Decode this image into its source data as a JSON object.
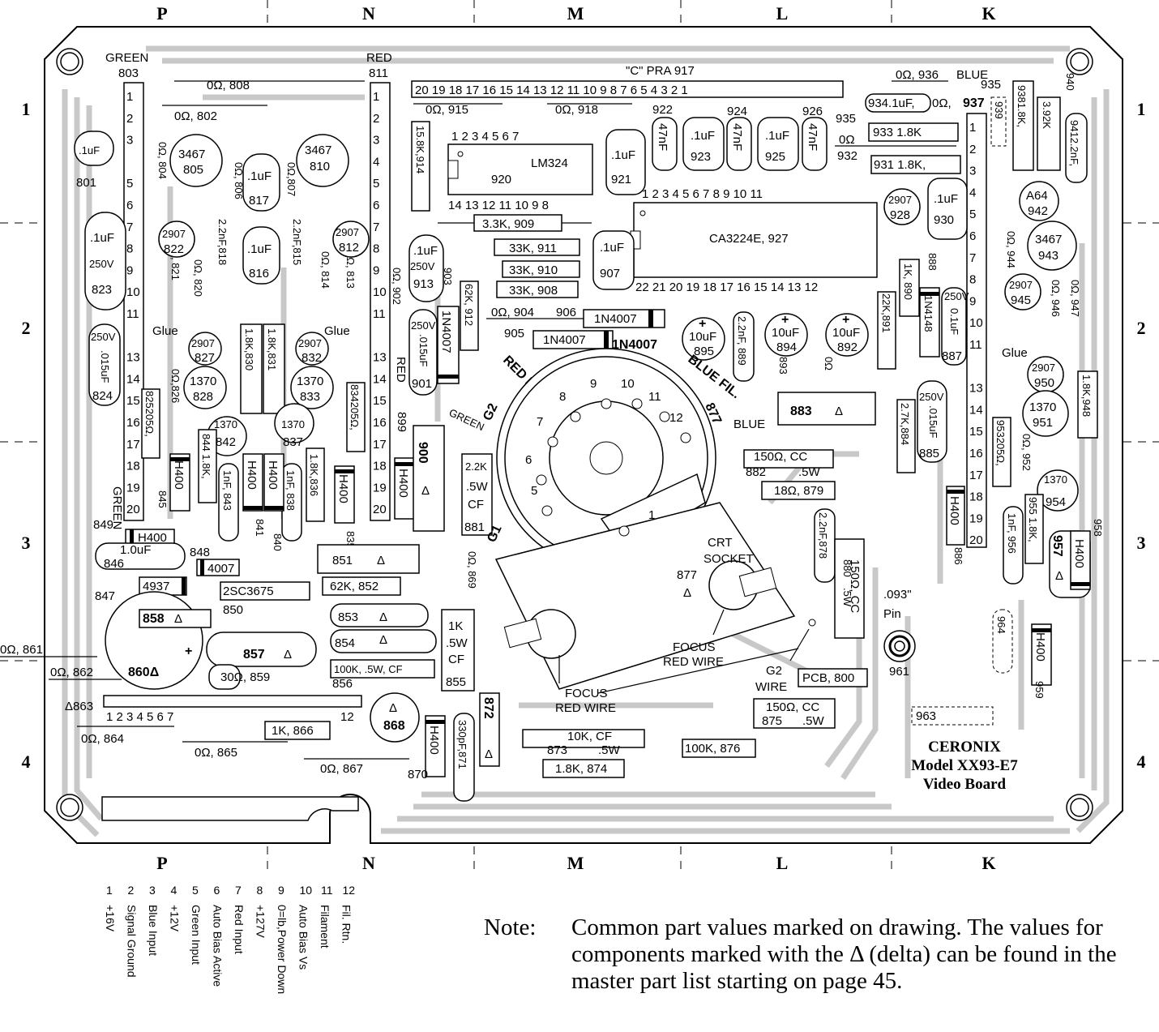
{
  "columns": [
    "P",
    "N",
    "M",
    "L",
    "K"
  ],
  "rows": [
    "1",
    "2",
    "3",
    "4"
  ],
  "connector_labels": {
    "green_top": "GREEN",
    "green_num": "803",
    "red_top": "RED",
    "red_num": "811",
    "blue_top": "BLUE",
    "c_pra": "\"C\" PRA 917",
    "c_pra_pins": "20 19 18 17 16 15 14 13 12 11 10 9 8 7 6 5 4 3 2 1",
    "green_side": "GREEN",
    "red_side": "RED",
    "blue_side": "BLUE"
  },
  "ics": {
    "lm324": "LM324",
    "lm324_ref": "920",
    "lm324_top_pins": "1  2  3  4  5  6  7",
    "lm324_bot_pins": "14 13 12 11 10  9  8",
    "ca3224": "CA3224E, 927",
    "ca3224_top_pins": "1  2  3  4  5  6  7  8  9 10 11",
    "ca3224_bot_pins": "22 21 20 19 18 17 16 15 14 13 12"
  },
  "components": {
    "r808": "0Ω, 808",
    "r802": "0Ω, 802",
    "r915": "0Ω, 915",
    "r918": "0Ω, 918",
    "r936": "0Ω, 936",
    "c934": "934.1uF,",
    "r934b": "0Ω,",
    "r937": "937",
    "r935": "935",
    "r933": "933  1.8K",
    "r932": "0Ω",
    "r932b": "932",
    "r931": "931 1.8K,",
    "c922": "47nF",
    "c922n": "922",
    "c923": ".1uF",
    "c923n": "923",
    "c924": "47nF",
    "c924n": "924",
    "c925": ".1uF",
    "c925n": "925",
    "c926": "47nF",
    "c926n": "926",
    "c921": ".1uF",
    "c921n": "921",
    "c801": ".1uF",
    "c801n": "801",
    "q805": "3467",
    "q805n": "805",
    "q810": "3467",
    "q810n": "810",
    "c817": ".1uF",
    "c817n": "817",
    "c816": ".1uF",
    "c816n": "816",
    "r804": "0Ω, 804",
    "r806": "0Ω, 806",
    "r807": "0Ω,807",
    "c818": "2.2nF,818",
    "c815": "2.2nF,815",
    "r814": "0Ω, 814",
    "r813": "0Ω, 813",
    "r821": "0Ω, 821",
    "r820": "0Ω, 820",
    "q822": "2907",
    "q822n": "822",
    "q812": "2907",
    "q812n": "812",
    "c823a": ".1uF",
    "c823b": "250V",
    "c823n": "823",
    "r914": "15.8K,914",
    "r909": "3.3K, 909",
    "r911": "33K, 911",
    "r910": "33K, 910",
    "r908": "33K, 908",
    "c907": ".1uF",
    "c907n": "907",
    "c913a": ".1uF",
    "c913b": "250V",
    "c913n": "913",
    "r903": "903",
    "r912": "62K, 912",
    "r904": "0Ω, 904",
    "d906": "1N4007",
    "d906n": "906",
    "d905": "1N4007",
    "d905n": "905",
    "r902": "0Ω, 902",
    "c901a": "250V",
    "c901b": ".015uF",
    "c901n": "901",
    "d_1n4007v": "1N4007",
    "c824a": "250V",
    "c824b": ".015uF",
    "c824n": "824",
    "glue1": "Glue",
    "glue2": "Glue",
    "glue3": "Glue",
    "q827": "2907",
    "q827n": "827",
    "q828": "1370",
    "q828n": "828",
    "q832": "2907",
    "q832n": "832",
    "q833": "1370",
    "q833n": "833",
    "r830": "1.8K,830",
    "r831": "1.8K,831",
    "r826": "0Ω,826",
    "r825": "825205Ω,",
    "r834": "834205Ω,",
    "q842": "1370",
    "q842n": "842",
    "q837": "1370",
    "q837n": "837",
    "r844": "844 1.8K,",
    "c843": "1nF, 843",
    "r836": "1.8K,836",
    "c838": "1nF, 838",
    "d845": "H400",
    "d845n": "845",
    "d841a": "H400",
    "d841n": "841",
    "d840a": "H400",
    "d840n": "840",
    "d835": "H400",
    "d835n": "835",
    "d899": "H400",
    "d899n": "899",
    "c900": "900",
    "c900d": "Δ",
    "d849": "H400",
    "d849n": "849",
    "c846a": "1.0uF",
    "c846n": "846",
    "d848": "4007",
    "d848n": "848",
    "r851": "851",
    "r851d": "Δ",
    "r847": "4937",
    "r847n": "847",
    "q850": "2SC3675",
    "q850n": "850",
    "r852": "62K, 852",
    "r858": "858",
    "r858d": "Δ",
    "c860": "860Δ",
    "r861": "0Ω, 861",
    "r862": "0Ω, 862",
    "r857": "857",
    "r857d": "Δ",
    "r853": "853",
    "r853d": "Δ",
    "r854": "854",
    "r854d": "Δ",
    "r859": "30Ω, 859",
    "r856a": "100K, .5W, CF",
    "r856n": "856",
    "r855a": "1K",
    "r855b": ".5W",
    "r855c": "CF",
    "r855n": "855",
    "r881a": "2.2K",
    "r881b": ".5W",
    "r881c": "CF",
    "r881n": "881",
    "r869": "0Ω, 869",
    "j863": "Δ863",
    "j863pins": "1   2   3   4   5   6   7",
    "j863p12": "12",
    "r864": "0Ω, 864",
    "r865": "0Ω, 865",
    "r866": "1K, 866",
    "r867": "0Ω, 867",
    "c868": "868",
    "c868d": "Δ",
    "d870": "H400",
    "d870n": "870",
    "c871": "330pF,871",
    "r872": "872",
    "r872d": "Δ",
    "r873a": "10K, CF",
    "r873b": "873",
    "r873c": ".5W",
    "r874": "1.8K, 874",
    "r876": "100K, 876",
    "r875a": "150Ω, CC",
    "r875b": "875",
    "r875c": ".5W",
    "pcb": "PCB, 800",
    "pin961a": ".093\"",
    "pin961b": "Pin",
    "pin961n": "961",
    "j963": "963",
    "j964": "964",
    "c895a": "10uF",
    "c895n": "895",
    "c894a": "10uF",
    "c894n": "894",
    "c892a": "10uF",
    "c892n": "892",
    "c889": "2.2nF, 889",
    "r893": "893",
    "r893b": "0Ω",
    "r891": "22K,891",
    "r890": "1K, 890",
    "d888": "1N4148",
    "d888n": "888",
    "c887a": "250V",
    "c887b": "0.1uF",
    "c887n": "887",
    "r883": "883",
    "r883d": "Δ",
    "c885a": "250V",
    "c885b": ".015uF",
    "c885n": "885",
    "r884": "2.7K,884",
    "r882a": "150Ω, CC",
    "r882b": "882",
    "r882c": ".5W",
    "r879": "18Ω, 879",
    "c878": "2.2nF,878",
    "r880a": "150Ω, CC",
    "r880b": "880",
    "r880c": ".5W",
    "d886": "H400",
    "d886n": "886",
    "c930": ".1uF",
    "c930n": "930",
    "q928": "2907",
    "q928n": "928",
    "r938": "9381.8K,",
    "r939": "939",
    "r940": "3.92K",
    "r940n": "940",
    "c941": "9412.2nF,",
    "q942": "A64",
    "q942n": "942",
    "q943": "3467",
    "q943n": "943",
    "r944": "0Ω, 944",
    "q945": "2907",
    "q945n": "945",
    "r946": "0Ω, 946",
    "r947": "0Ω, 947",
    "q950": "2907",
    "q950n": "950",
    "q951": "1370",
    "q951n": "951",
    "r948": "1.8K,948",
    "r953": "953205Ω,",
    "r952": "0Ω, 952",
    "q954": "1370",
    "q954n": "954",
    "r955": "955 1.8K,",
    "c956": "1nF, 956",
    "c957": "957",
    "c957d": "Δ",
    "d958": "H400",
    "d958n": "958",
    "d959": "H400",
    "d959n": "959"
  },
  "crt": {
    "red_fil": "RED FIL.",
    "blue_fil": "BLUE FIL.",
    "g2": "G2",
    "g1": "G1",
    "green": "GREEN",
    "ref": "877",
    "sock1": "CRT",
    "sock2": "SOCKET",
    "sock_ref": "877",
    "sock_d": "Δ",
    "focus1a": "FOCUS",
    "focus1b": "RED WIRE",
    "focus2a": "FOCUS",
    "focus2b": "RED WIRE",
    "g2wire_a": "G2",
    "g2wire_b": "WIRE",
    "pins": [
      "1",
      "5",
      "6",
      "7",
      "8",
      "9",
      "10",
      "11",
      "12"
    ]
  },
  "brand": {
    "line1": "CERONIX",
    "line2": "Model XX93-E7",
    "line3": "Video Board"
  },
  "pin_legend": [
    {
      "num": "1",
      "name": "+16V"
    },
    {
      "num": "2",
      "name": "Signal Ground"
    },
    {
      "num": "3",
      "name": "Blue Input"
    },
    {
      "num": "4",
      "name": "+12V"
    },
    {
      "num": "5",
      "name": "Green Input"
    },
    {
      "num": "6",
      "name": "Auto Bias Active"
    },
    {
      "num": "7",
      "name": "Red Input"
    },
    {
      "num": "8",
      "name": "+127V"
    },
    {
      "num": "9",
      "name": "0=lb,Power Down"
    },
    {
      "num": "10",
      "name": "Auto Bias Vs"
    },
    {
      "num": "11",
      "name": "Filament"
    },
    {
      "num": "12",
      "name": "Fil. Rtn."
    }
  ],
  "note": {
    "label": "Note:",
    "text": "Common part values marked on drawing. The values for components marked with the Δ  (delta) can be found in the master part list starting on page 45."
  }
}
